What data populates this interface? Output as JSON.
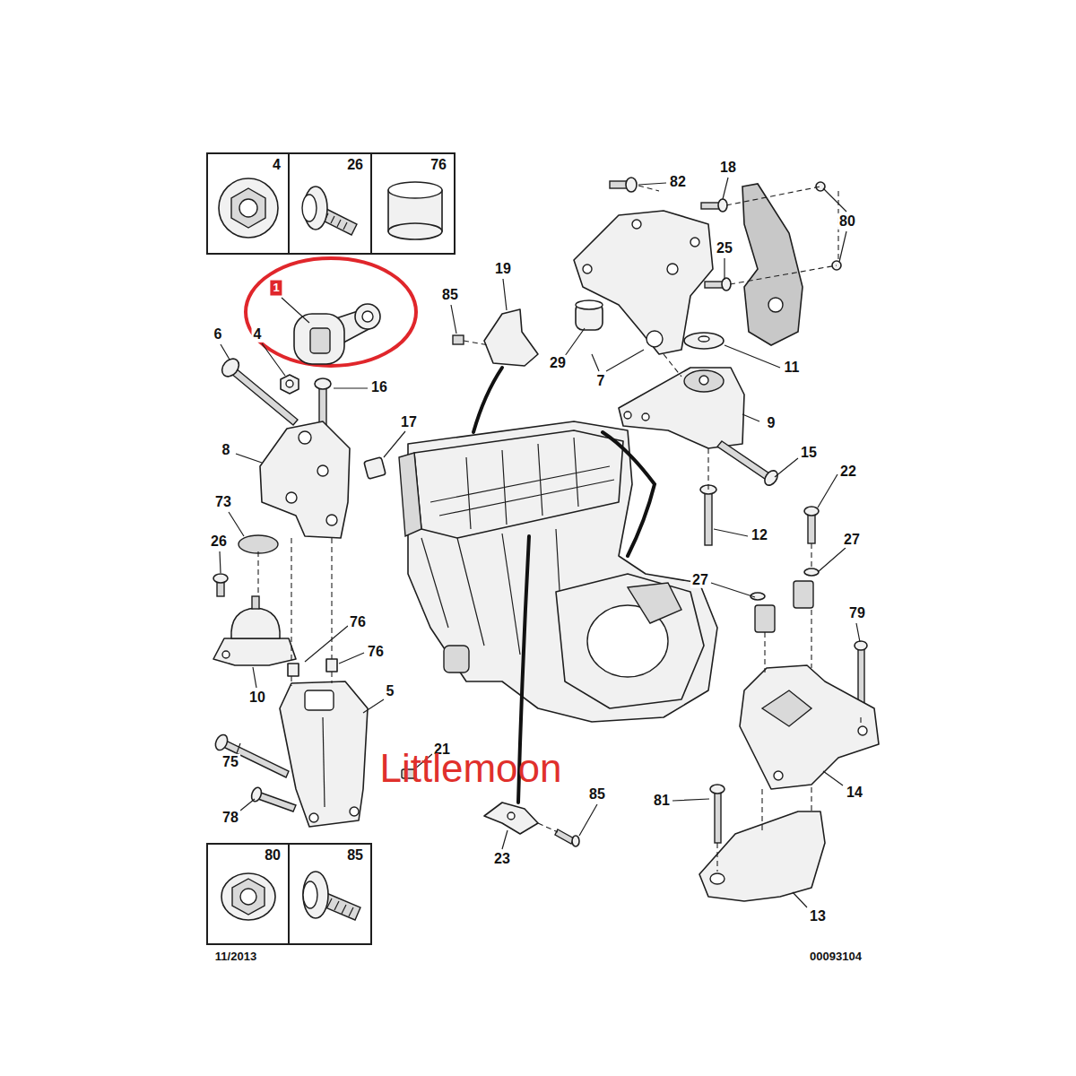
{
  "diagram": {
    "nodes": [
      {
        "text": [
          "4"
        ]
      },
      {
        "text": [
          "26"
        ]
      },
      {
        "text": [
          "76"
        ]
      },
      {
        "text": [
          "80"
        ]
      },
      {
        "text": [
          "85"
        ]
      }
    ],
    "labels": [
      "1",
      "4",
      "6",
      "16",
      "8",
      "17",
      "73",
      "26",
      "10",
      "76",
      "76",
      "5",
      "75",
      "21",
      "78",
      "19",
      "85",
      "82",
      "18",
      "80",
      "25",
      "29",
      "7",
      "11",
      "9",
      "15",
      "22",
      "12",
      "27",
      "27",
      "79",
      "14",
      "81",
      "85",
      "23",
      "13",
      "Littlemoon",
      "11/2013",
      "00093104"
    ]
  }
}
